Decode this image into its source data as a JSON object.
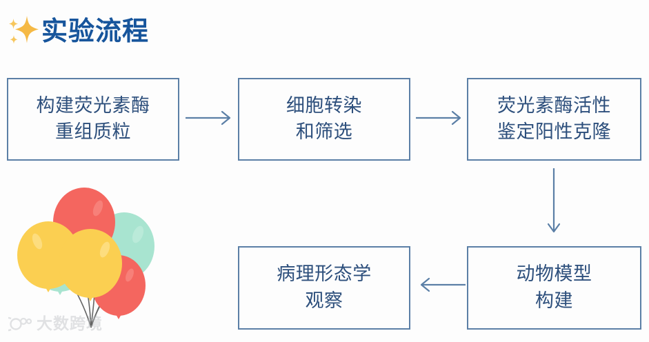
{
  "header": {
    "title": "实验流程",
    "icon": "sparkle-icon",
    "title_color": "#17559C",
    "icon_color": "#F5B945"
  },
  "theme": {
    "box_border": "#5B7FA6",
    "box_text": "#2D4F7C",
    "arrow_color": "#5B7FA6",
    "background": "#fdfdfd"
  },
  "flow": {
    "boxes": [
      {
        "id": "box-1",
        "label": "构建荧光素酶\n重组质粒"
      },
      {
        "id": "box-2",
        "label": "细胞转染\n和筛选"
      },
      {
        "id": "box-3",
        "label": "荧光素酶活性\n鉴定阳性克隆"
      },
      {
        "id": "box-4",
        "label": "动物模型\n构建"
      },
      {
        "id": "box-5",
        "label": "病理形态学\n观察"
      }
    ],
    "connectors": [
      {
        "id": "arrow-1",
        "from": "box-1",
        "to": "box-2",
        "direction": "right"
      },
      {
        "id": "arrow-2",
        "from": "box-2",
        "to": "box-3",
        "direction": "right"
      },
      {
        "id": "arrow-3",
        "from": "box-3",
        "to": "box-4",
        "direction": "down"
      },
      {
        "id": "arrow-4",
        "from": "box-4",
        "to": "box-5",
        "direction": "left"
      }
    ]
  },
  "decoration": {
    "balloons": {
      "name": "balloon-bunch-illustration",
      "colors": {
        "red": "#F4665F",
        "yellow": "#FBCF51",
        "mint": "#A8E4D0",
        "string": "#4a4a4a"
      }
    }
  },
  "watermark": {
    "text": "大数跨境",
    "color": "#b9bcc0"
  }
}
